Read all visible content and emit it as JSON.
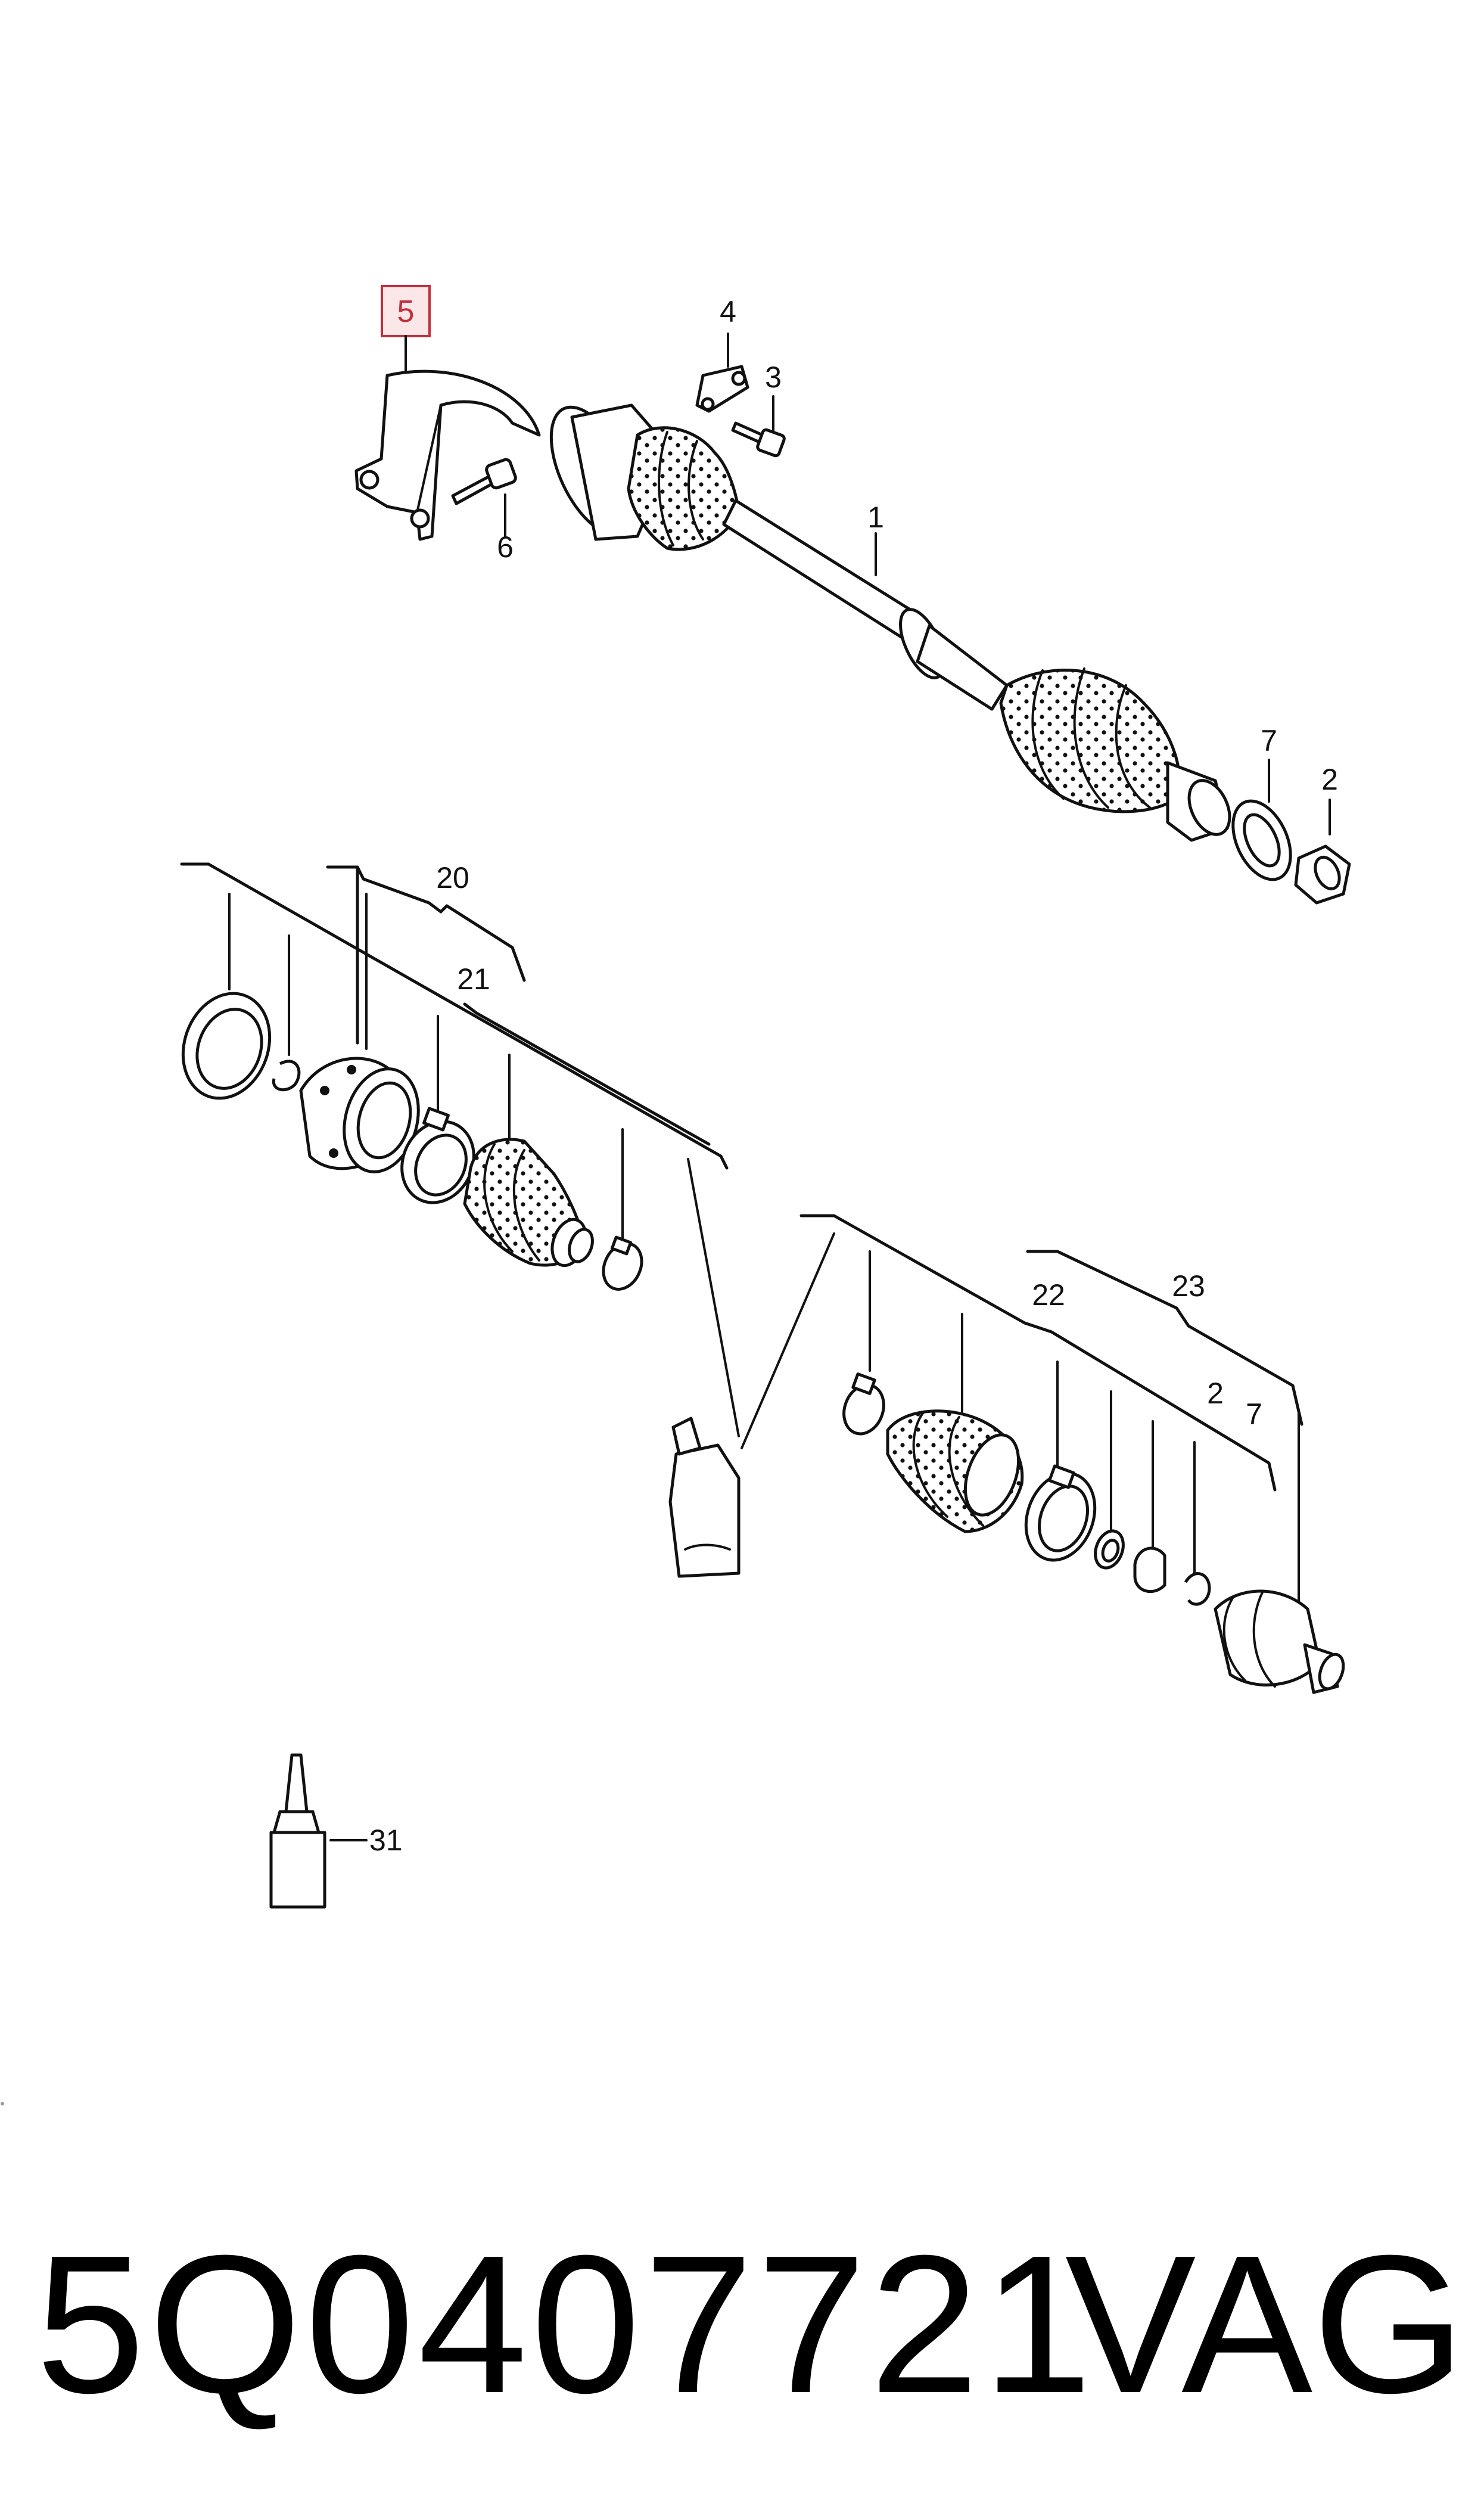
{
  "diagram": {
    "highlighted_part": "5",
    "labels": {
      "p1": "1",
      "p2": "2",
      "p3": "3",
      "p4": "4",
      "p5": "5",
      "p6": "6",
      "p7": "7",
      "p20": "20",
      "p21": "21",
      "p22": "22",
      "p23": "23",
      "p2b": "2",
      "p7b": "7",
      "p31": "31"
    },
    "highlight_color": "#c0303a",
    "highlight_fill": "#fbe6e8"
  },
  "footer": {
    "part_number": "5Q0407721",
    "brand": "VAG"
  }
}
